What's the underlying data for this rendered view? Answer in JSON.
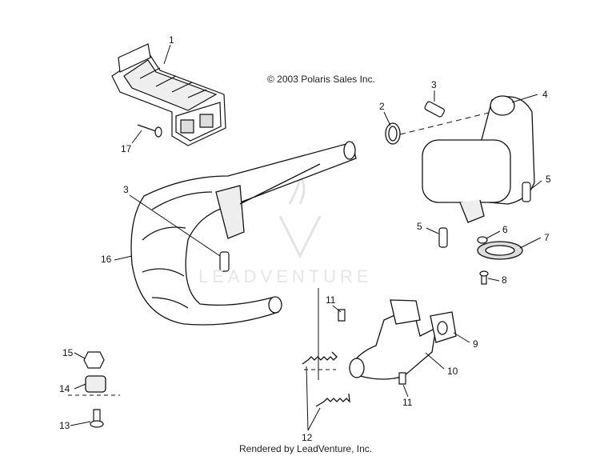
{
  "copyright": "© 2003 Polaris Sales Inc.",
  "footer": "Rendered by LeadVenture, Inc.",
  "watermark": "LEADVENTURE",
  "labels": {
    "p1": "1",
    "p2": "2",
    "p3a": "3",
    "p3b": "3",
    "p4": "4",
    "p5a": "5",
    "p5b": "5",
    "p6": "6",
    "p7": "7",
    "p8": "8",
    "p9": "9",
    "p10": "10",
    "p11a": "11",
    "p11b": "11",
    "p12": "12",
    "p13": "13",
    "p14": "14",
    "p15": "15",
    "p16": "16",
    "p17": "17"
  },
  "colors": {
    "line": "#111111",
    "fill": "#ffffff",
    "shade": "#dddddd",
    "watermark": "#e6e6e6"
  }
}
